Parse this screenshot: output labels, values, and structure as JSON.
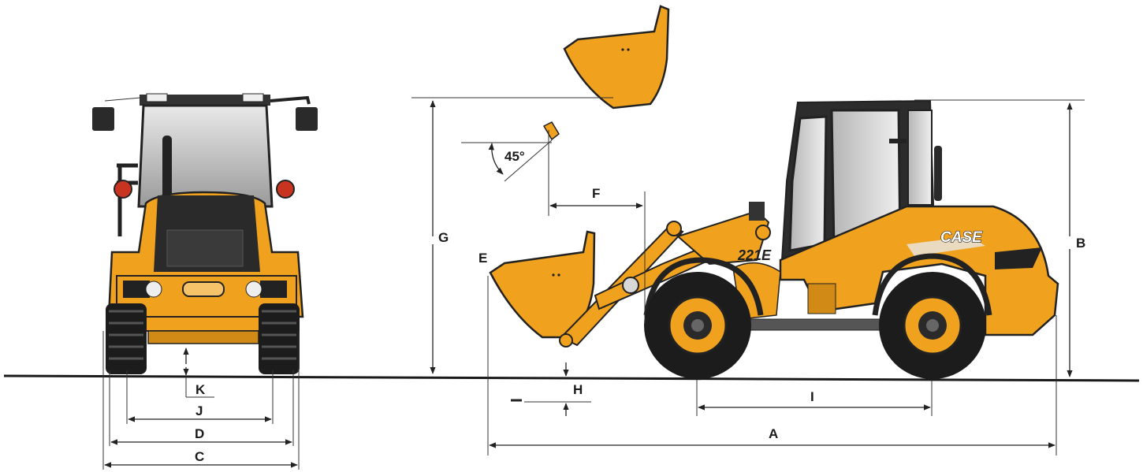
{
  "dimensions": {
    "A": "A",
    "B": "B",
    "C": "C",
    "D": "D",
    "E": "E",
    "F": "F",
    "G": "G",
    "H": "H",
    "I": "I",
    "J": "J",
    "K": "K"
  },
  "angle": "45°",
  "brand": "CASE",
  "model": "221E",
  "colors": {
    "body": "#f0a21e",
    "body_dark": "#c97f10",
    "tire": "#1c1c1c",
    "line": "#222222"
  }
}
